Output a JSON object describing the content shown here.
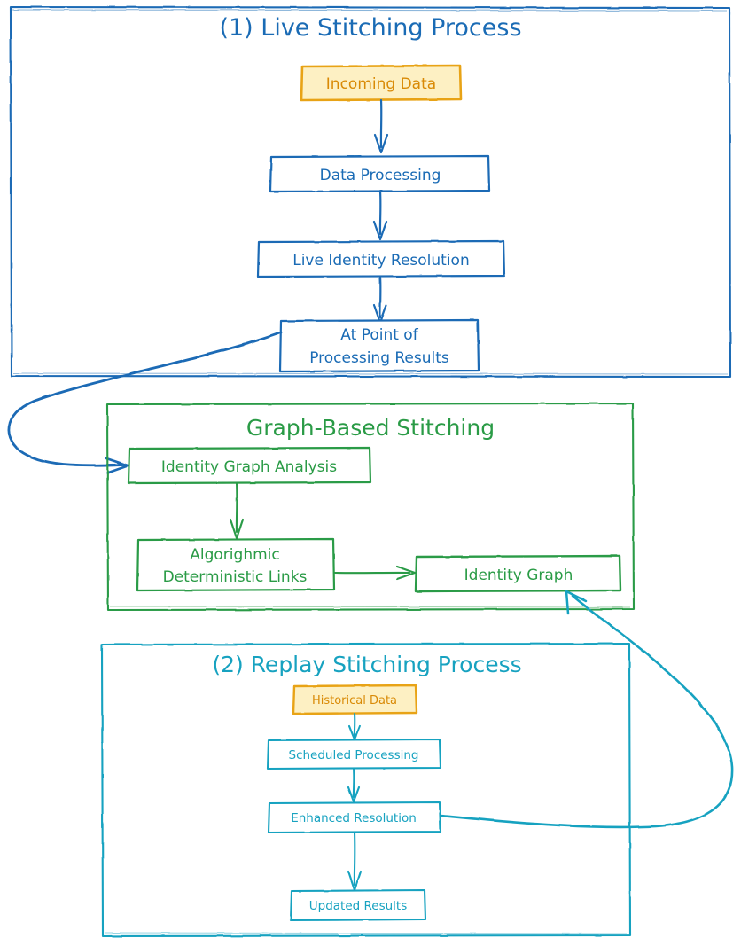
{
  "diagram": {
    "title_visible": false,
    "colors": {
      "blue": "#1a6bb5",
      "blue_dark": "#1565aa",
      "green": "#2a9b46",
      "teal": "#17a2c0",
      "orange_border": "#e8a317",
      "orange_text": "#d98a06",
      "orange_fill": "#fdf0c3",
      "white": "#ffffff",
      "background": "#ffffff"
    },
    "groups": [
      {
        "id": "live-stitching",
        "title": "(1) Live Stitching Process",
        "color": "#1a6bb5",
        "nodes": [
          {
            "id": "incoming-data",
            "label": "Incoming Data",
            "style": "highlight"
          },
          {
            "id": "data-processing",
            "label": "Data Processing",
            "style": "plain"
          },
          {
            "id": "live-identity-resolution",
            "label": "Live Identity Resolution",
            "style": "plain"
          },
          {
            "id": "at-point-of-processing-results",
            "label_line1": "At Point of",
            "label_line2": "Processing Results",
            "style": "plain"
          }
        ]
      },
      {
        "id": "graph-based-stitching",
        "title": "Graph-Based Stitching",
        "color": "#2a9b46",
        "nodes": [
          {
            "id": "identity-graph-analysis",
            "label": "Identity Graph Analysis",
            "style": "plain"
          },
          {
            "id": "algorighmic-deterministic-links",
            "label_line1": "Algorighmic",
            "label_line2": "Deterministic Links",
            "style": "plain"
          },
          {
            "id": "identity-graph",
            "label": "Identity Graph",
            "style": "plain"
          }
        ]
      },
      {
        "id": "replay-stitching",
        "title": "(2) Replay Stitching Process",
        "color": "#17a2c0",
        "nodes": [
          {
            "id": "historical-data",
            "label": "Historical Data",
            "style": "highlight"
          },
          {
            "id": "scheduled-processing",
            "label": "Scheduled Processing",
            "style": "plain"
          },
          {
            "id": "enhanced-resolution",
            "label": "Enhanced Resolution",
            "style": "plain"
          },
          {
            "id": "updated-results",
            "label": "Updated Results",
            "style": "plain"
          }
        ]
      }
    ],
    "edges": [
      {
        "id": "edge-incoming-to-processing",
        "from": "incoming-data",
        "to": "data-processing",
        "color": "#1a6bb5"
      },
      {
        "id": "edge-processing-to-live-identity",
        "from": "data-processing",
        "to": "live-identity-resolution",
        "color": "#1a6bb5"
      },
      {
        "id": "edge-live-identity-to-at-point",
        "from": "live-identity-resolution",
        "to": "at-point-of-processing-results",
        "color": "#1a6bb5"
      },
      {
        "id": "edge-at-point-to-graph-analysis",
        "from": "at-point-of-processing-results",
        "to": "identity-graph-analysis",
        "color": "#1a6bb5"
      },
      {
        "id": "edge-graph-analysis-to-algorighmic",
        "from": "identity-graph-analysis",
        "to": "algorighmic-deterministic-links",
        "color": "#2a9b46"
      },
      {
        "id": "edge-algorighmic-to-identity-graph",
        "from": "algorighmic-deterministic-links",
        "to": "identity-graph",
        "color": "#2a9b46"
      },
      {
        "id": "edge-historical-to-scheduled",
        "from": "historical-data",
        "to": "scheduled-processing",
        "color": "#17a2c0"
      },
      {
        "id": "edge-scheduled-to-enhanced",
        "from": "scheduled-processing",
        "to": "enhanced-resolution",
        "color": "#17a2c0"
      },
      {
        "id": "edge-enhanced-to-updated",
        "from": "enhanced-resolution",
        "to": "updated-results",
        "color": "#17a2c0"
      },
      {
        "id": "edge-enhanced-to-identity-graph",
        "from": "enhanced-resolution",
        "to": "identity-graph",
        "color": "#17a2c0"
      }
    ]
  }
}
